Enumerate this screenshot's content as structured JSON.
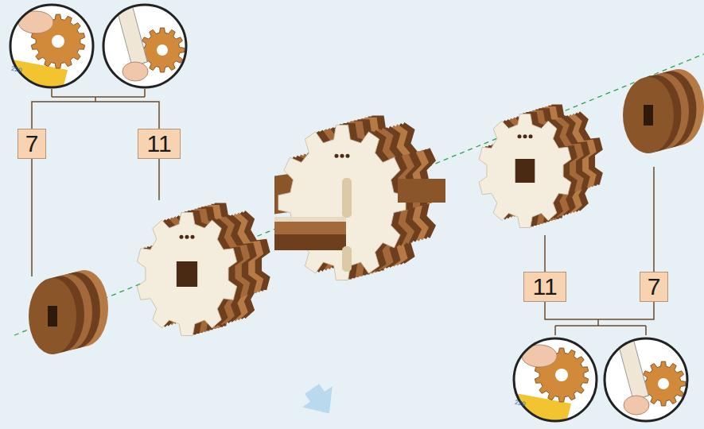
{
  "diagram": {
    "nodes": [
      {
        "text": [
          "7"
        ]
      },
      {
        "text": [
          "11"
        ]
      },
      {
        "text": [
          "11"
        ]
      },
      {
        "text": [
          "7"
        ]
      }
    ],
    "labels": [
      "220",
      "220"
    ]
  }
}
